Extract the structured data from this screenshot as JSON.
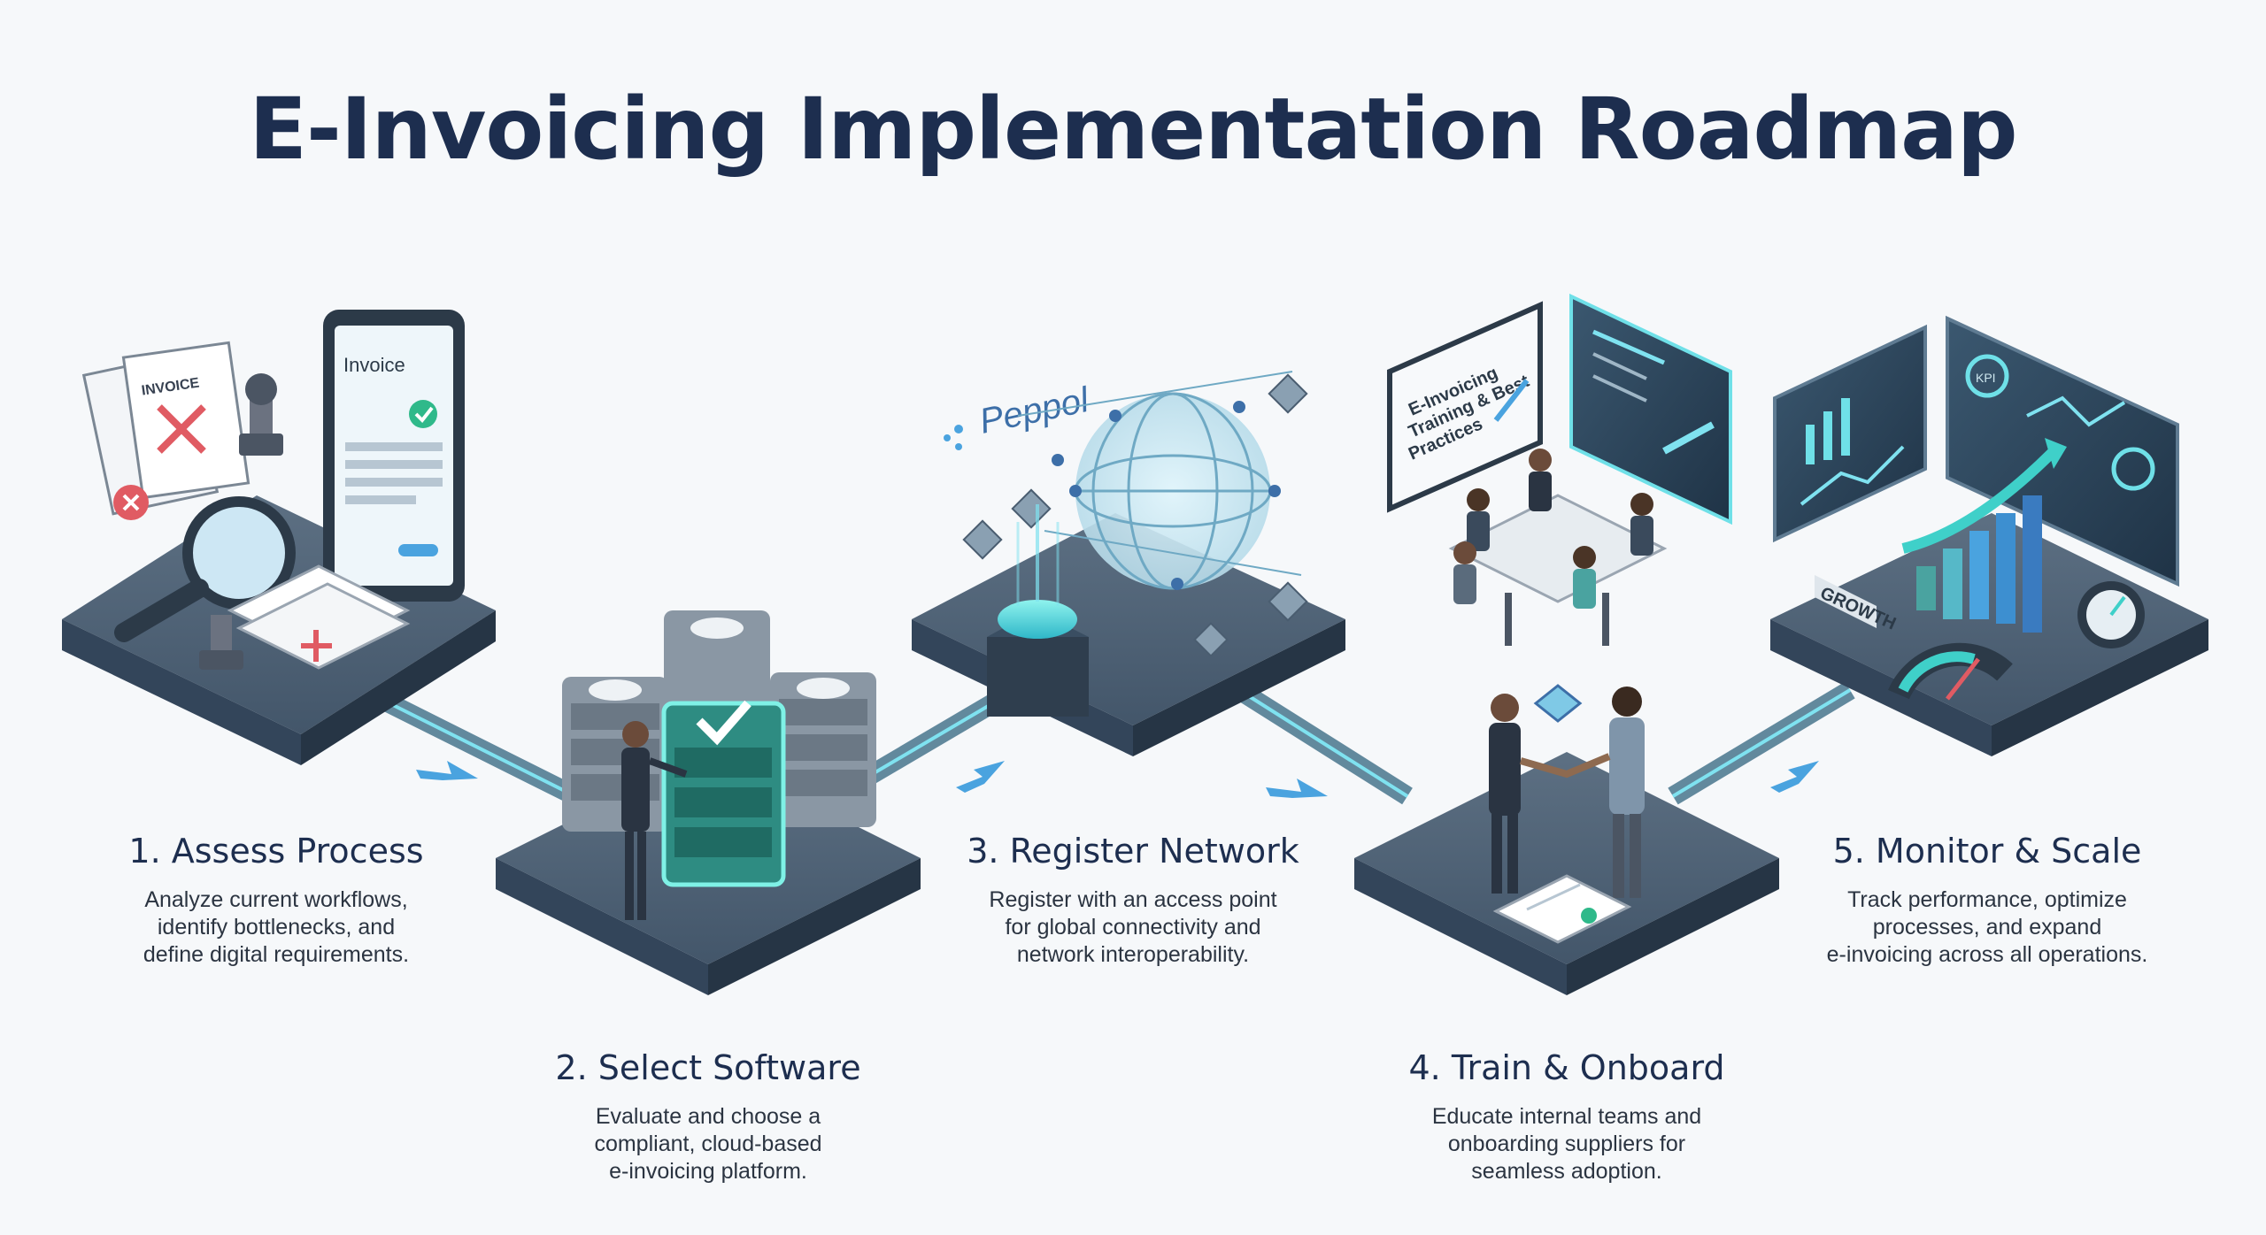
{
  "title": "E-Invoicing Implementation Roadmap",
  "steps": [
    {
      "heading": "1. Assess Process",
      "lines": [
        "Analyze current workflows,",
        "identify bottlenecks, and",
        "define digital requirements."
      ]
    },
    {
      "heading": "2. Select Software",
      "lines": [
        "Evaluate and choose a",
        "compliant, cloud-based",
        "e-invoicing platform."
      ]
    },
    {
      "heading": "3. Register Network",
      "lines": [
        "Register with an access point",
        "for global connectivity and",
        "network interoperability."
      ]
    },
    {
      "heading": "4. Train & Onboard",
      "lines": [
        "Educate internal teams and",
        "onboarding suppliers for",
        "seamless adoption."
      ]
    },
    {
      "heading": "5. Monitor & Scale",
      "lines": [
        "Track performance, optimize",
        "processes, and expand",
        "e-invoicing across all operations."
      ]
    }
  ],
  "illustration": {
    "invoice_doc_label": "INVOICE",
    "tablet_label": "Invoice",
    "peppol_label": "Peppol",
    "training_board_lines": [
      "E-Invoicing",
      "Training & Best",
      "Practices"
    ],
    "growth_label": "GROWTH",
    "kpi_label": "KPI"
  },
  "colors": {
    "title": "#1d2e4f",
    "platform_top": "#4a5d70",
    "platform_side": "#2f3e4e",
    "accent_teal": "#3fd0c9",
    "accent_blue": "#4aa3df"
  }
}
